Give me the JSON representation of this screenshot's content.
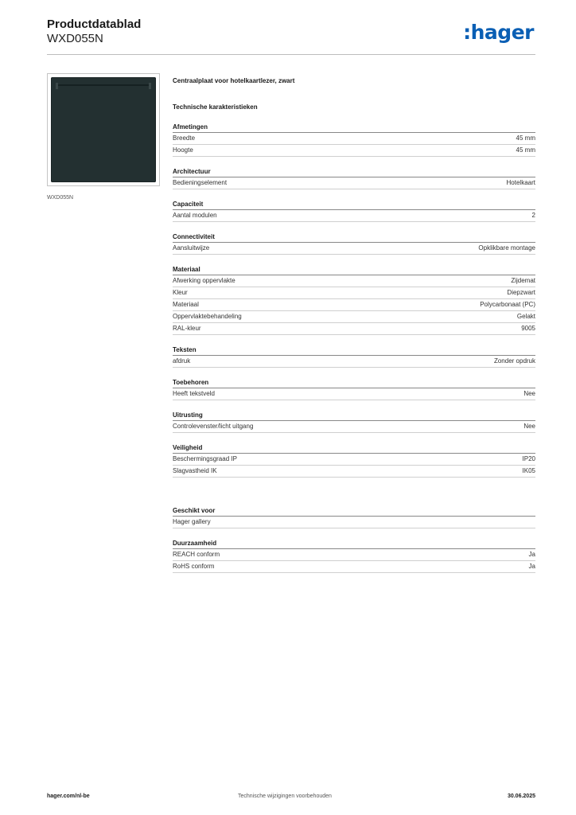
{
  "header": {
    "title": "Productdatablad",
    "subtitle": "WXD055N",
    "logo_text": ":hager",
    "logo_color": "#0a5fb4"
  },
  "product": {
    "caption": "WXD055N",
    "plate_color": "#233031"
  },
  "content": {
    "description": "Centraalplaat voor hotelkaartlezer, zwart",
    "tech_title": "Technische karakteristieken",
    "sections": [
      {
        "title": "Afmetingen",
        "rows": [
          {
            "label": "Breedte",
            "value": "45 mm"
          },
          {
            "label": "Hoogte",
            "value": "45 mm"
          }
        ]
      },
      {
        "title": "Architectuur",
        "rows": [
          {
            "label": "Bedieningselement",
            "value": "Hotelkaart"
          }
        ]
      },
      {
        "title": "Capaciteit",
        "rows": [
          {
            "label": "Aantal modulen",
            "value": "2"
          }
        ]
      },
      {
        "title": "Connectiviteit",
        "rows": [
          {
            "label": "Aansluitwijze",
            "value": "Opklikbare montage"
          }
        ]
      },
      {
        "title": "Materiaal",
        "rows": [
          {
            "label": "Afwerking oppervlakte",
            "value": "Zijdemat"
          },
          {
            "label": "Kleur",
            "value": "Diepzwart"
          },
          {
            "label": "Materiaal",
            "value": "Polycarbonaat (PC)"
          },
          {
            "label": "Oppervlaktebehandeling",
            "value": "Gelakt"
          },
          {
            "label": "RAL-kleur",
            "value": "9005"
          }
        ]
      },
      {
        "title": "Teksten",
        "rows": [
          {
            "label": "afdruk",
            "value": "Zonder opdruk"
          }
        ]
      },
      {
        "title": "Toebehoren",
        "rows": [
          {
            "label": "Heeft tekstveld",
            "value": "Nee"
          }
        ]
      },
      {
        "title": "Uitrusting",
        "rows": [
          {
            "label": "Controlevenster/licht uitgang",
            "value": "Nee"
          }
        ]
      },
      {
        "title": "Veiligheid",
        "rows": [
          {
            "label": "Beschermingsgraad IP",
            "value": "IP20"
          },
          {
            "label": "Slagvastheid IK",
            "value": "IK05"
          }
        ]
      },
      {
        "title": "Geschikt voor",
        "rows": [
          {
            "label": "Hager gallery",
            "value": ""
          }
        ]
      },
      {
        "title": "Duurzaamheid",
        "rows": [
          {
            "label": "REACH conform",
            "value": "Ja"
          },
          {
            "label": "RoHS conform",
            "value": "Ja"
          }
        ]
      }
    ]
  },
  "footer": {
    "website": "hager.com/nl-be",
    "disclaimer": "Technische wijzigingen voorbehouden",
    "date": "30.06.2025"
  }
}
